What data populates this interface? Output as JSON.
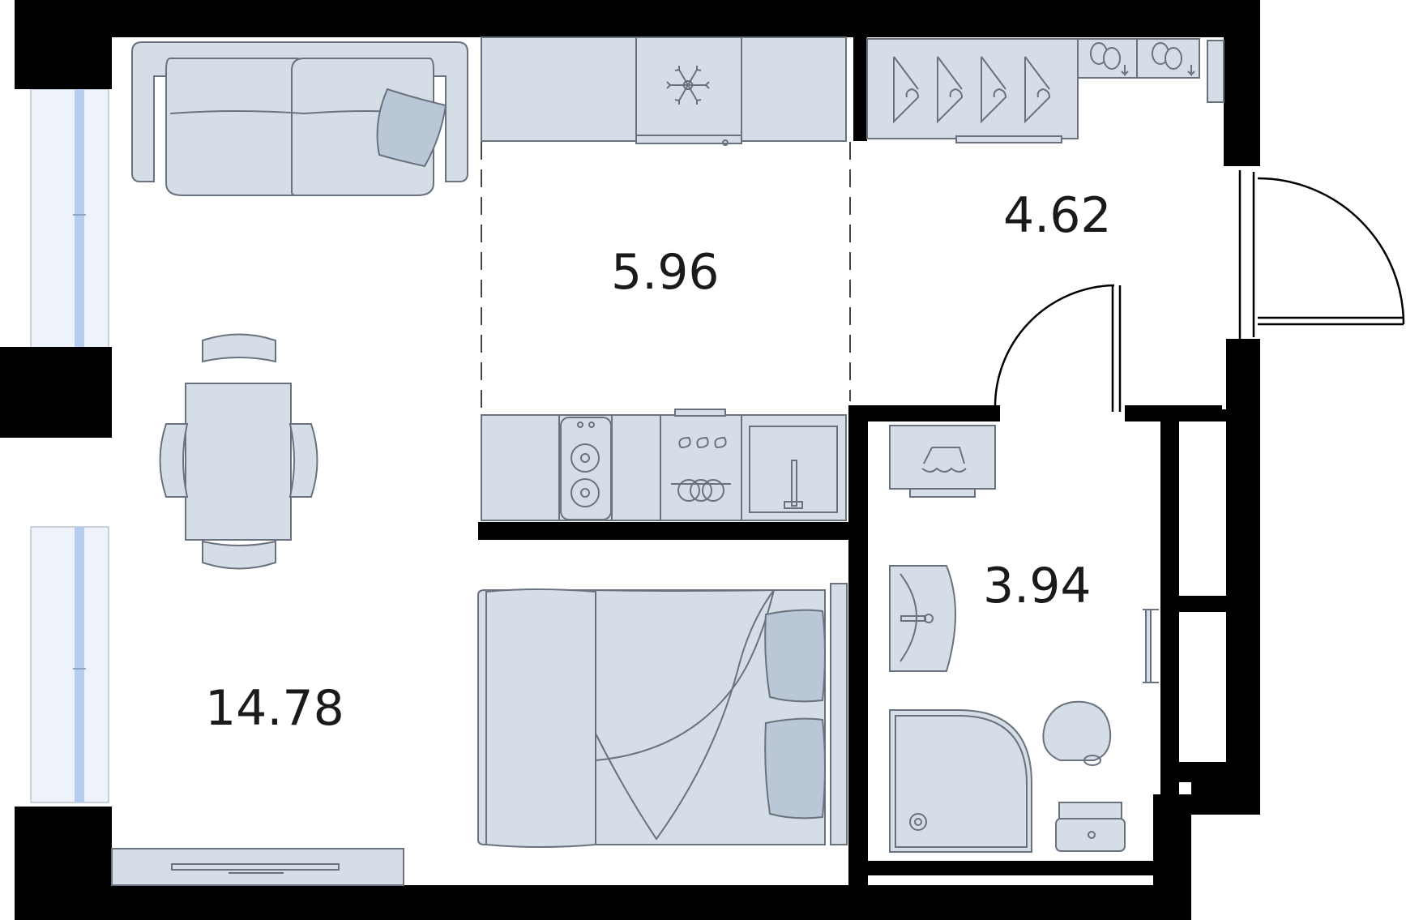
{
  "rooms": [
    {
      "name": "living-room",
      "area": "14.78"
    },
    {
      "name": "kitchen",
      "area": "5.96"
    },
    {
      "name": "hallway",
      "area": "4.62"
    },
    {
      "name": "bathroom",
      "area": "3.94"
    }
  ],
  "icons": [
    "snowflake-icon",
    "sofa",
    "dining-table",
    "bed",
    "wardrobe-hangers",
    "shoes",
    "stove",
    "sink",
    "washing-machine",
    "washbasin",
    "shower-tray",
    "toilet",
    "tv-stand",
    "door-swing"
  ],
  "colors": {
    "wall": "#000000",
    "furniture": "#d5dde6",
    "furniture_stroke": "#6a7280",
    "window": "#b7cdef"
  }
}
